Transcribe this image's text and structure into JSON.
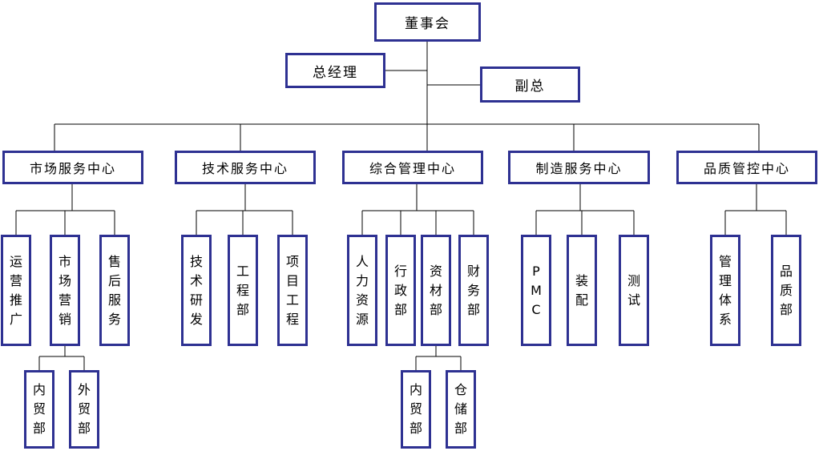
{
  "colors": {
    "box_border": "#2e3192",
    "connector": "#000000",
    "box_background": "#ffffff",
    "page_background": "#ffffff"
  },
  "org": {
    "board": {
      "label": "董事会"
    },
    "general_manager": {
      "label": "总经理"
    },
    "vice_general_manager": {
      "label": "副总"
    },
    "centers": [
      {
        "label": "市场服务中心",
        "children": [
          {
            "label": "运营推广"
          },
          {
            "label": "市场营销",
            "children": [
              {
                "label": "内贸部"
              },
              {
                "label": "外贸部"
              }
            ]
          },
          {
            "label": "售后服务"
          }
        ]
      },
      {
        "label": "技术服务中心",
        "children": [
          {
            "label": "技术研发"
          },
          {
            "label": "工程部"
          },
          {
            "label": "项目工程"
          }
        ]
      },
      {
        "label": "综合管理中心",
        "children": [
          {
            "label": "人力资源"
          },
          {
            "label": "行政部"
          },
          {
            "label": "资材部",
            "children": [
              {
                "label": "内贸部"
              },
              {
                "label": "仓储部"
              }
            ]
          },
          {
            "label": "财务部"
          }
        ]
      },
      {
        "label": "制造服务中心",
        "children": [
          {
            "label": "PMC"
          },
          {
            "label": "装配"
          },
          {
            "label": "测试"
          }
        ]
      },
      {
        "label": "品质管控中心",
        "children": [
          {
            "label": "管理体系"
          },
          {
            "label": "品质部"
          }
        ]
      }
    ]
  }
}
